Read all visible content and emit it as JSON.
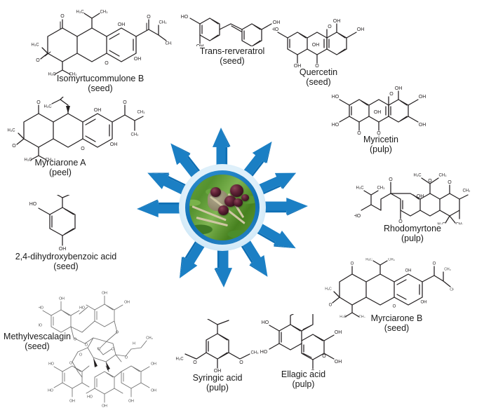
{
  "figure": {
    "type": "radial-diagram",
    "center": {
      "name": "jabuticaba-fruit-photo",
      "description": "Photograph of dark purple jabuticaba berries on green leaves inside a blue ring",
      "ring_color": "#1b7fc4",
      "halo_color": "#dff0fa"
    },
    "arrow_color": "#1b7fc4",
    "arrow_color_dark": "#0f6fb4",
    "arrow_count": 12,
    "compounds": [
      {
        "id": "isomyrtucommulone-b",
        "name": "Isomyrtucommulone B",
        "part": "(seed)",
        "position": "top-left"
      },
      {
        "id": "trans-rerveratrol",
        "name": "Trans-rerveratrol",
        "part": "(seed)",
        "position": "top-center"
      },
      {
        "id": "quercetin",
        "name": "Quercetin",
        "part": "(seed)",
        "position": "top-right"
      },
      {
        "id": "myricetin",
        "name": "Myricetin",
        "part": "(pulp)",
        "position": "right-upper"
      },
      {
        "id": "rhodomyrtone",
        "name": "Rhodomyrtone",
        "part": "(pulp)",
        "position": "right"
      },
      {
        "id": "myrciarone-b",
        "name": "Myrciarone B",
        "part": "(seed)",
        "position": "right-lower"
      },
      {
        "id": "ellagic-acid",
        "name": "Ellagic acid",
        "part": "(pulp)",
        "position": "bottom-right"
      },
      {
        "id": "syringic-acid",
        "name": "Syringic acid",
        "part": "(pulp)",
        "position": "bottom-center"
      },
      {
        "id": "methylvescalagin",
        "name": "Methylvescalagin",
        "part": "(seed)",
        "position": "bottom-left"
      },
      {
        "id": "dihydroxybenzoic-acid",
        "name": "2,4-dihydroxybenzoic acid",
        "part": "(seed)",
        "position": "left-lower"
      },
      {
        "id": "myrciarone-a",
        "name": "Myrciarone A",
        "part": "(peel)",
        "position": "left-upper"
      }
    ],
    "atom_labels": {
      "oh": "OH",
      "ho": "HO",
      "o": "O",
      "ch3": "CH3",
      "h3c": "H3C",
      "och3": "OCH3",
      "h": "H"
    }
  }
}
